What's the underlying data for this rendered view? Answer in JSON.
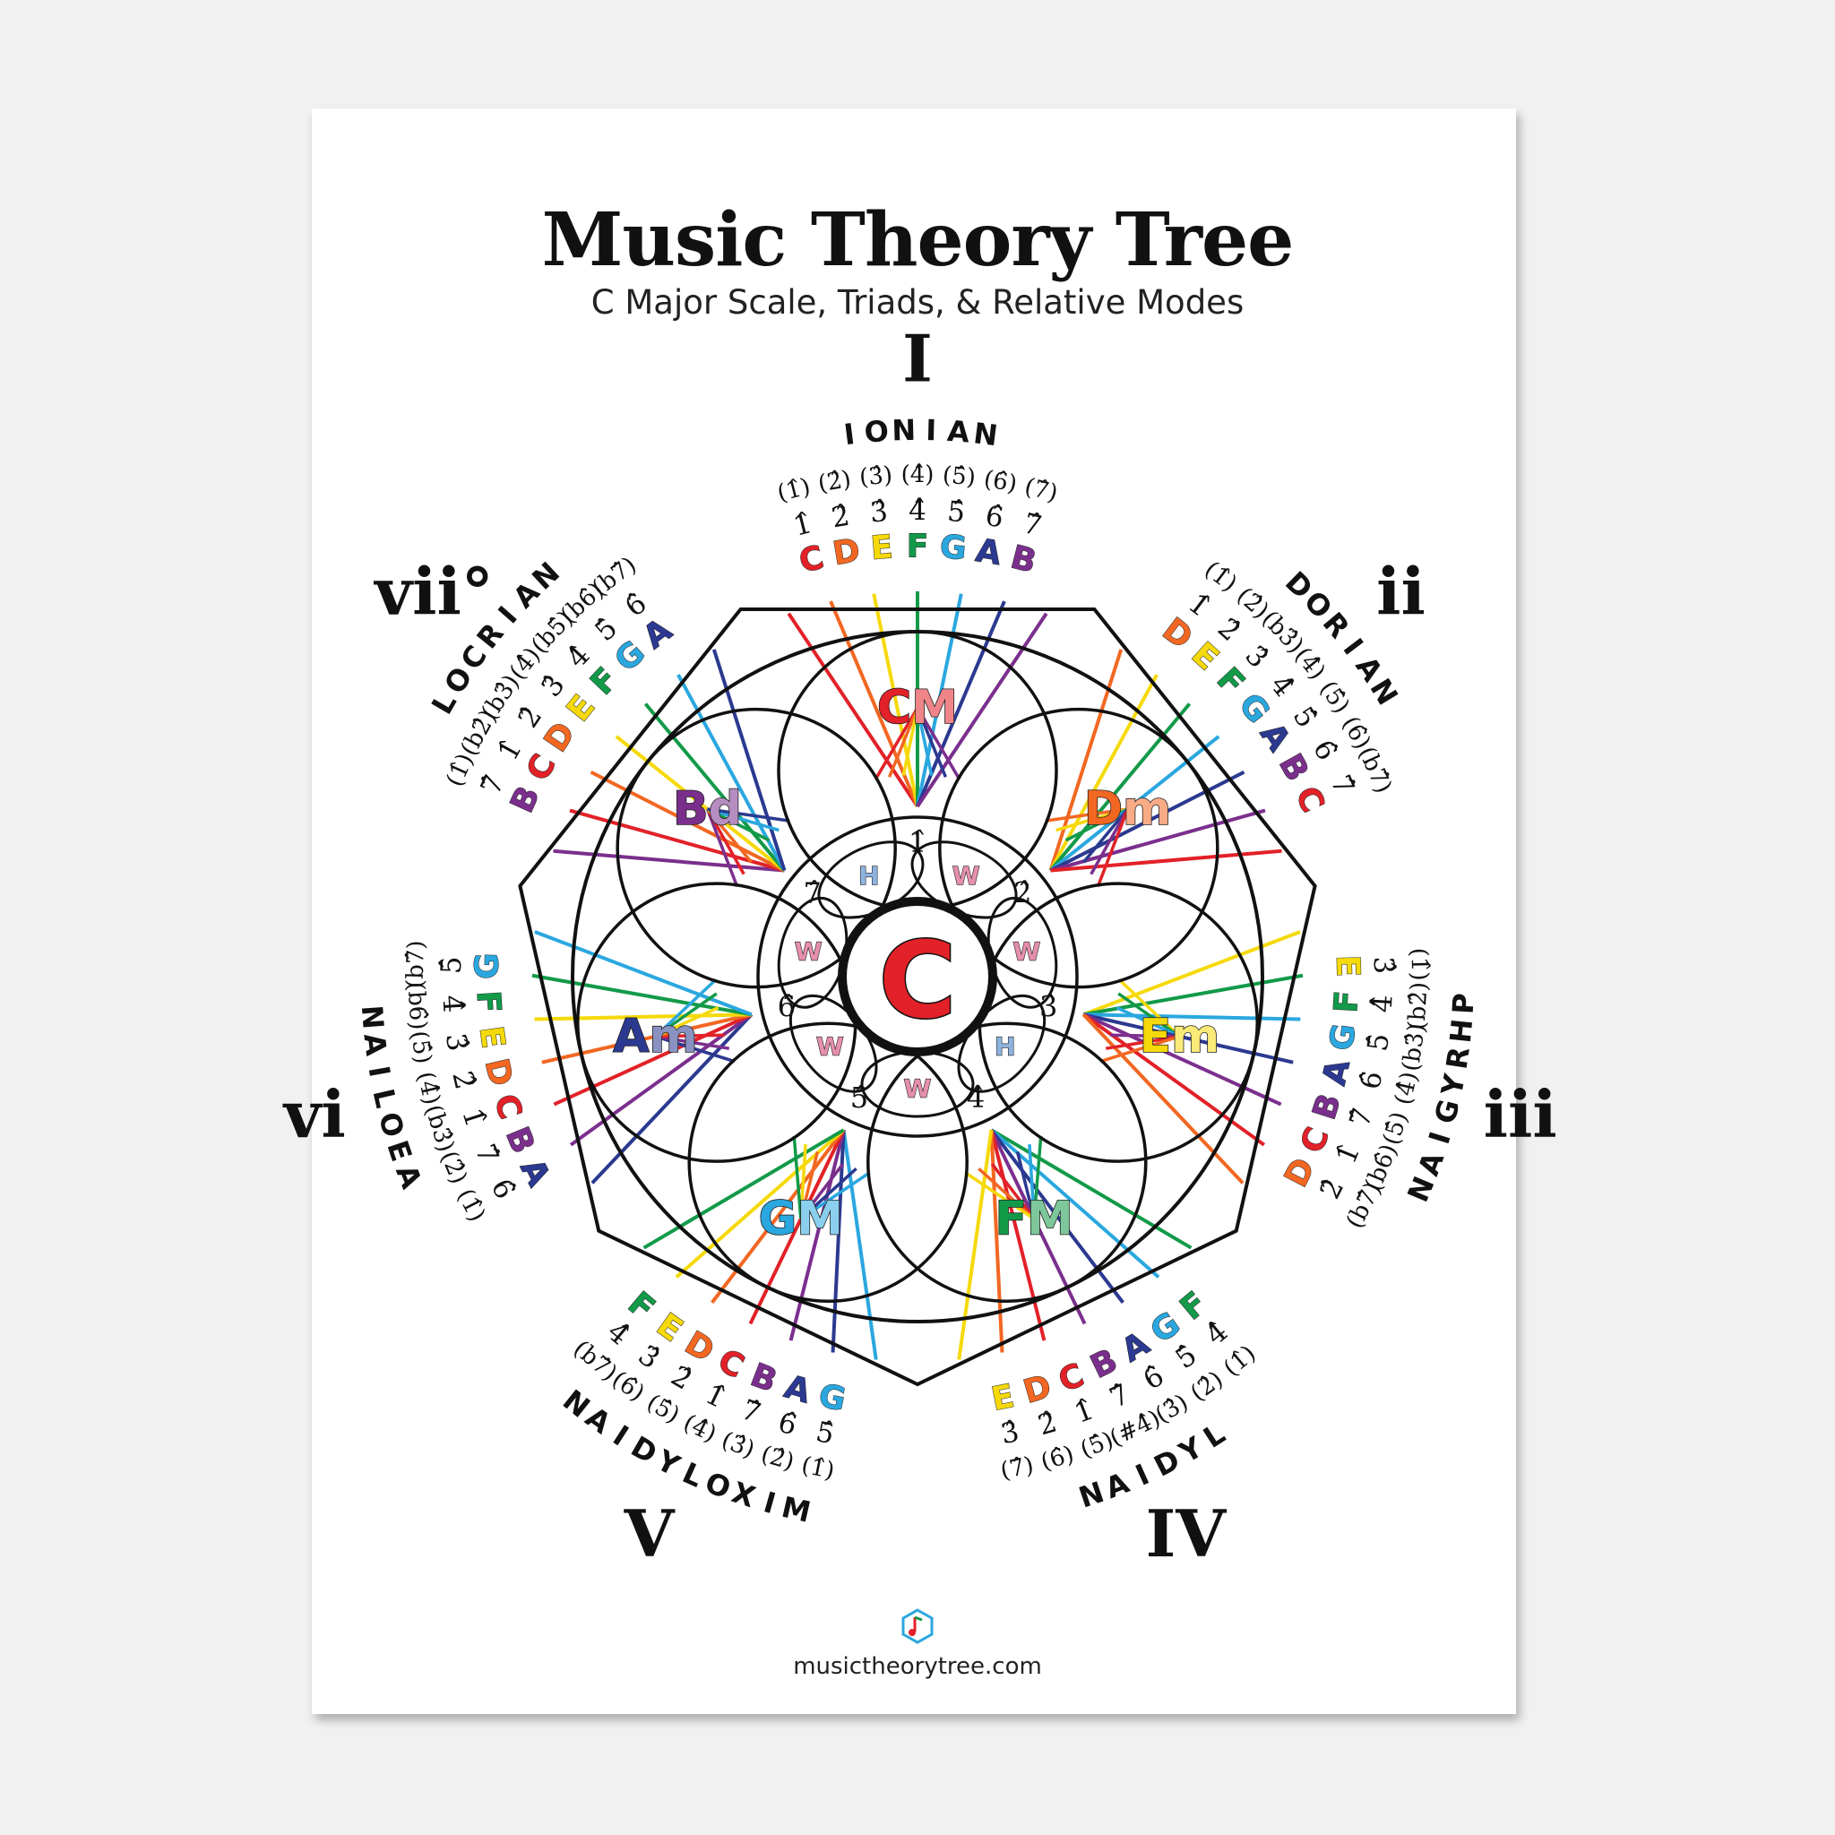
{
  "title": "Music Theory Tree",
  "subtitle": "C Major Scale, Triads, & Relative Modes",
  "footer": {
    "url": "musictheorytree.com"
  },
  "icons": {
    "logo": "music-theory-tree-logo-icon"
  },
  "note_colors": {
    "C": "#e22128",
    "D": "#f26722",
    "E": "#f5d90a",
    "F": "#129a49",
    "G": "#2aa7df",
    "A": "#2b3990",
    "B": "#7b2f8d"
  },
  "center": {
    "label": "C",
    "color": "#e22128"
  },
  "diagram": {
    "chords": [
      {
        "name": "CM",
        "root": "C",
        "third": "M",
        "roman": "I",
        "mode": "IONIAN",
        "notes": [
          "C",
          "D",
          "E",
          "F",
          "G",
          "A",
          "B"
        ],
        "degrees": [
          "1̂",
          "2̂",
          "3̂",
          "4̂",
          "5̂",
          "6̂",
          "7̂"
        ],
        "parent_degrees": [
          "(1̂)",
          "(2̂)",
          "(3̂)",
          "(4̂)",
          "(5̂)",
          "(6̂)",
          "(7̂)"
        ]
      },
      {
        "name": "Dm",
        "root": "D",
        "third": "m",
        "roman": "ii",
        "mode": "DORIAN",
        "notes": [
          "D",
          "E",
          "F",
          "G",
          "A",
          "B",
          "C"
        ],
        "degrees": [
          "1̂",
          "2̂",
          "3̂",
          "4̂",
          "5̂",
          "6̂",
          "7̂"
        ],
        "parent_degrees": [
          "(1̂)",
          "(2̂)",
          "(b3̂)",
          "(4̂)",
          "(5̂)",
          "(6̂)",
          "(b7̂)"
        ]
      },
      {
        "name": "Em",
        "root": "E",
        "third": "m",
        "roman": "iii",
        "mode": "PHRYGIAN",
        "notes": [
          "E",
          "F",
          "G",
          "A",
          "B",
          "C",
          "D"
        ],
        "degrees": [
          "3̂",
          "4̂",
          "5̂",
          "6̂",
          "7̂",
          "1̂",
          "2̂"
        ],
        "parent_degrees": [
          "(1̂)",
          "(b2̂)",
          "(b3̂)",
          "(4̂)",
          "(5̂)",
          "(b6̂)",
          "(b7̂)"
        ]
      },
      {
        "name": "FM",
        "root": "F",
        "third": "M",
        "roman": "IV",
        "mode": "LYDIAN",
        "notes": [
          "F",
          "G",
          "A",
          "B",
          "C",
          "D",
          "E"
        ],
        "degrees": [
          "4̂",
          "5̂",
          "6̂",
          "7̂",
          "1̂",
          "2̂",
          "3̂"
        ],
        "parent_degrees": [
          "(1̂)",
          "(2̂)",
          "(3̂)",
          "(#4̂)",
          "(5̂)",
          "(6̂)",
          "(7̂)"
        ]
      },
      {
        "name": "GM",
        "root": "G",
        "third": "M",
        "roman": "V",
        "mode": "MIXOLYDIAN",
        "notes": [
          "G",
          "A",
          "B",
          "C",
          "D",
          "E",
          "F"
        ],
        "degrees": [
          "5̂",
          "6̂",
          "7̂",
          "1̂",
          "2̂",
          "3̂",
          "4̂"
        ],
        "parent_degrees": [
          "(1̂)",
          "(2̂)",
          "(3̂)",
          "(4̂)",
          "(5̂)",
          "(6̂)",
          "(b7̂)"
        ]
      },
      {
        "name": "Am",
        "root": "A",
        "third": "m",
        "roman": "vi",
        "mode": "AEOLIAN",
        "notes": [
          "A",
          "B",
          "C",
          "D",
          "E",
          "F",
          "G"
        ],
        "degrees": [
          "6̂",
          "7̂",
          "1̂",
          "2̂",
          "3̂",
          "4̂",
          "5̂"
        ],
        "parent_degrees": [
          "(1̂)",
          "(2̂)",
          "(b3̂)",
          "(4̂)",
          "(5̂)",
          "(b6̂)",
          "(b7̂)"
        ]
      },
      {
        "name": "Bd",
        "root": "B",
        "third": "d",
        "roman": "viio",
        "mode": "LOCRIAN",
        "notes": [
          "B",
          "C",
          "D",
          "E",
          "F",
          "G",
          "A"
        ],
        "degrees": [
          "7̂",
          "1̂",
          "2̂",
          "3̂",
          "4̂",
          "5̂",
          "6̂"
        ],
        "parent_degrees": [
          "(1̂)",
          "(b2̂)",
          "(b3̂)",
          "(4̂)",
          "(b5̂)",
          "(b6̂)",
          "(b7̂)"
        ]
      }
    ],
    "inner_degrees": [
      "1̂",
      "2̂",
      "3̂",
      "4̂",
      "5̂",
      "6̂",
      "7̂"
    ],
    "steps": [
      "W",
      "W",
      "H",
      "W",
      "W",
      "W",
      "H"
    ]
  }
}
